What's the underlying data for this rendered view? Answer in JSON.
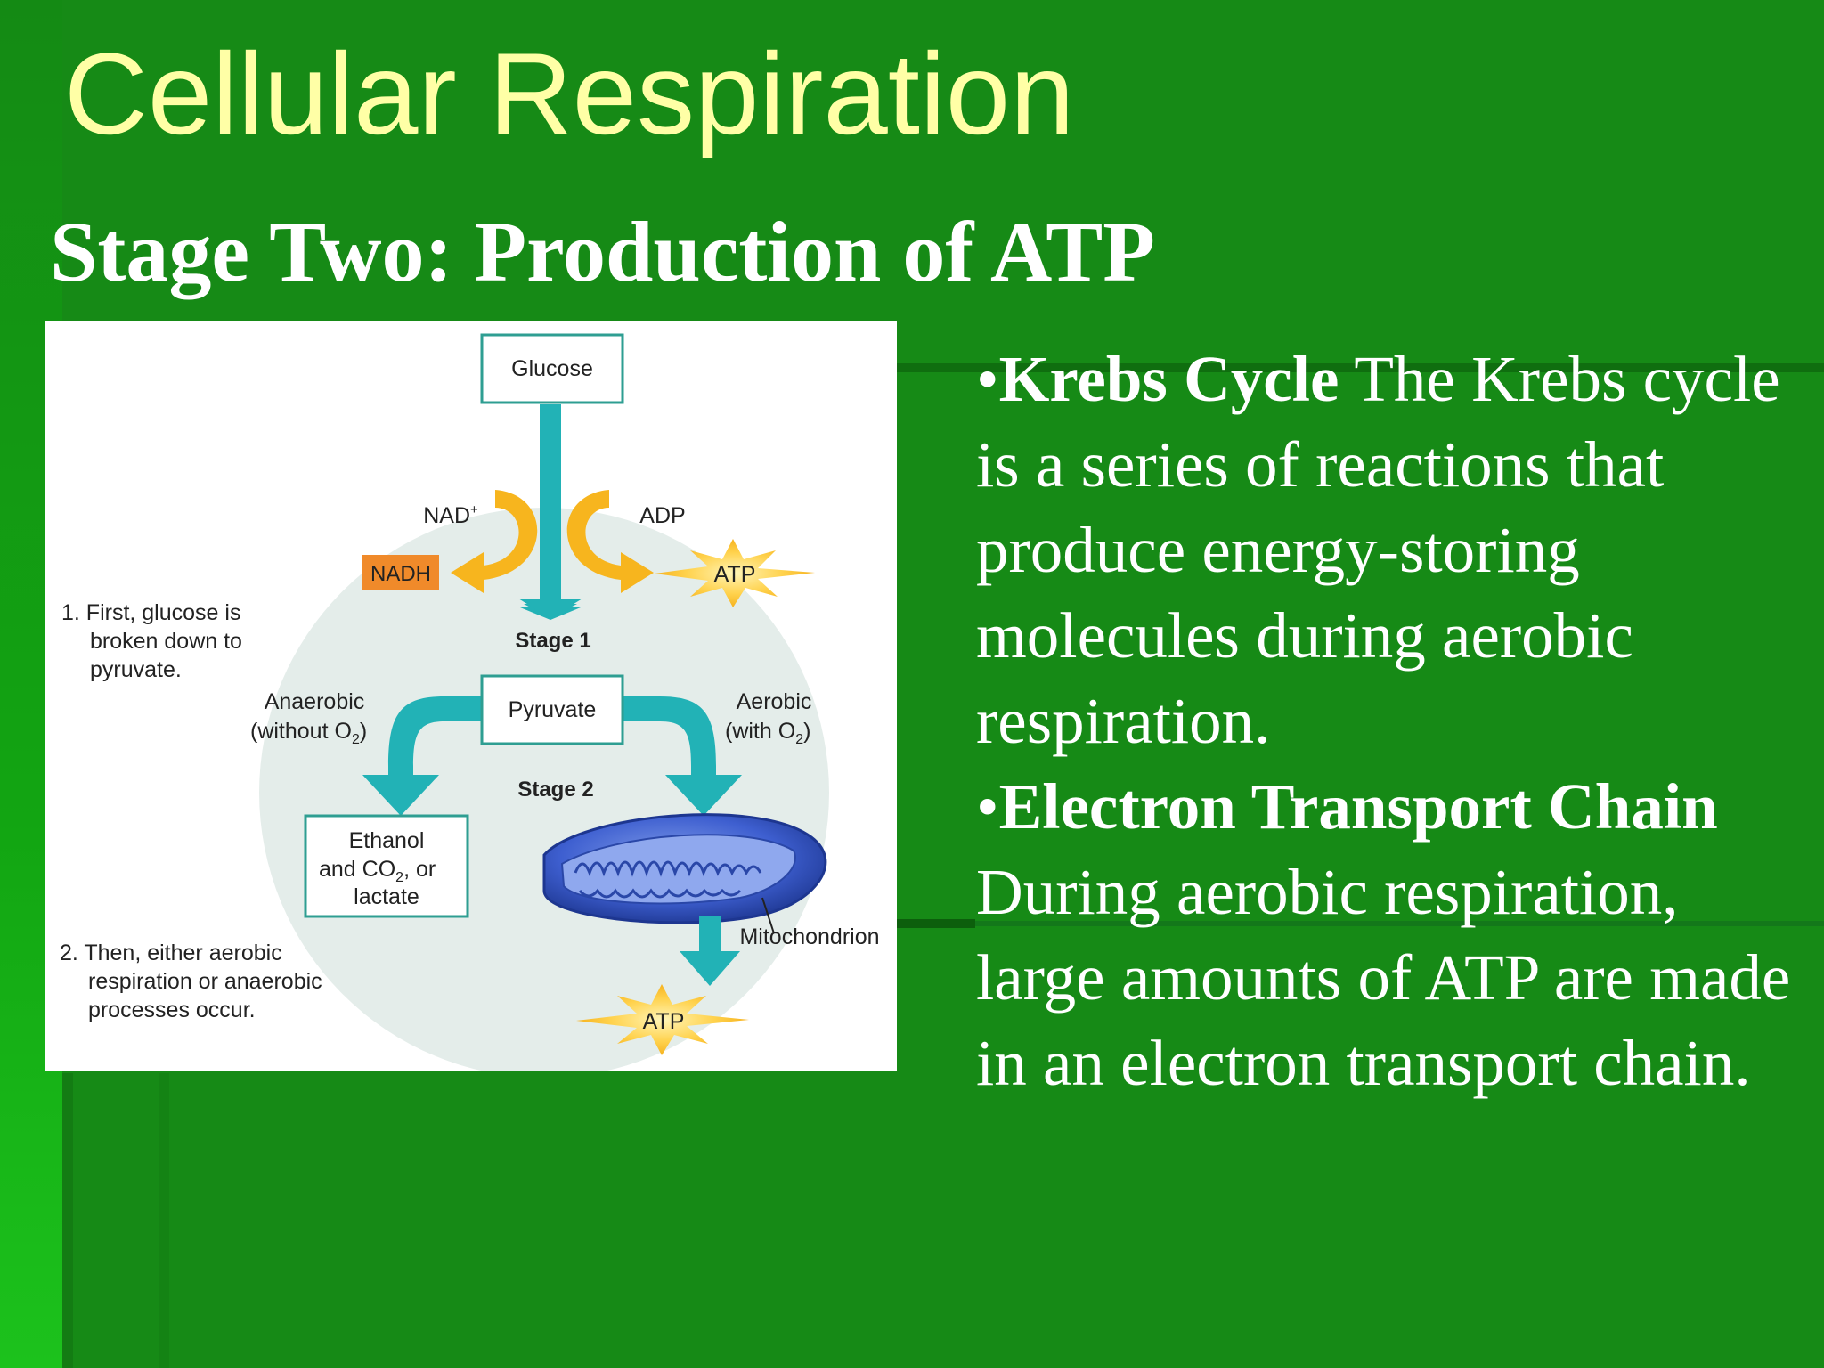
{
  "slide": {
    "title": "Cellular Respiration",
    "subtitle": "Stage Two: Production of ATP"
  },
  "colors": {
    "background": "#168A16",
    "title": "#FFFFA6",
    "text": "#FFFFFF",
    "arrow": "#22B2B6",
    "box_border": "#2E9E92",
    "nad_arrow": "#F7B51E",
    "nadh_box": "#F08A2A",
    "atp_burst": "#FFD24D",
    "mitochondrion": "#3E5FD0"
  },
  "diagram": {
    "glucose": "Glucose",
    "nad": "NAD",
    "nad_sup": "+",
    "nadh": "NADH",
    "adp": "ADP",
    "atp_top": "ATP",
    "stage1": "Stage 1",
    "pyruvate": "Pyruvate",
    "stage2": "Stage 2",
    "anaerobic_1": "Anaerobic",
    "anaerobic_2_pre": "(without O",
    "anaerobic_2_sub": "2",
    "anaerobic_2_post": ")",
    "aerobic_1": "Aerobic",
    "aerobic_2_pre": "(with O",
    "aerobic_2_sub": "2",
    "aerobic_2_post": ")",
    "ethanol_1": "Ethanol",
    "ethanol_2_pre": "and CO",
    "ethanol_2_sub": "2",
    "ethanol_2_post": ", or",
    "ethanol_3": "lactate",
    "mitochondrion": "Mitochondrion",
    "atp_bottom": "ATP",
    "step1_line1": "1. First, glucose is",
    "step1_line2": "broken down to",
    "step1_line3": "pyruvate.",
    "step2_line1": "2. Then, either aerobic",
    "step2_line2": "respiration or anaerobic",
    "step2_line3": "processes occur."
  },
  "bullets": [
    {
      "marker": "•",
      "term": "Krebs Cycle",
      "text": " The Krebs cycle is a series of reactions that produce energy-storing molecules during aerobic respiration."
    },
    {
      "marker": "•",
      "term": "Electron Transport Chain",
      "text": " During aerobic respiration, large amounts of ATP are made in an electron transport chain."
    }
  ]
}
